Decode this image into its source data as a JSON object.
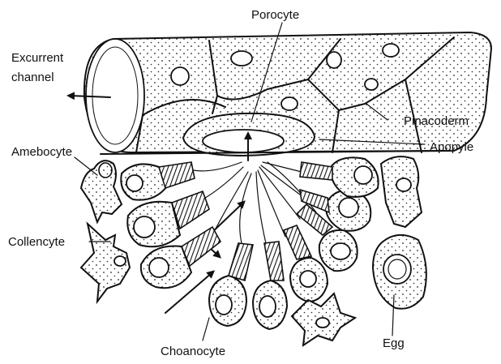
{
  "labels": {
    "porocyte": "Porocyte",
    "excurrent_channel_line1": "Excurrent",
    "excurrent_channel_line2": "channel",
    "pinacoderm": "Pinacoderm",
    "amebocyte": "Amebocyte",
    "apopyle": "Apopyle",
    "collencyte": "Collencyte",
    "choanocyte": "Choanocyte",
    "egg": "Egg"
  }
}
